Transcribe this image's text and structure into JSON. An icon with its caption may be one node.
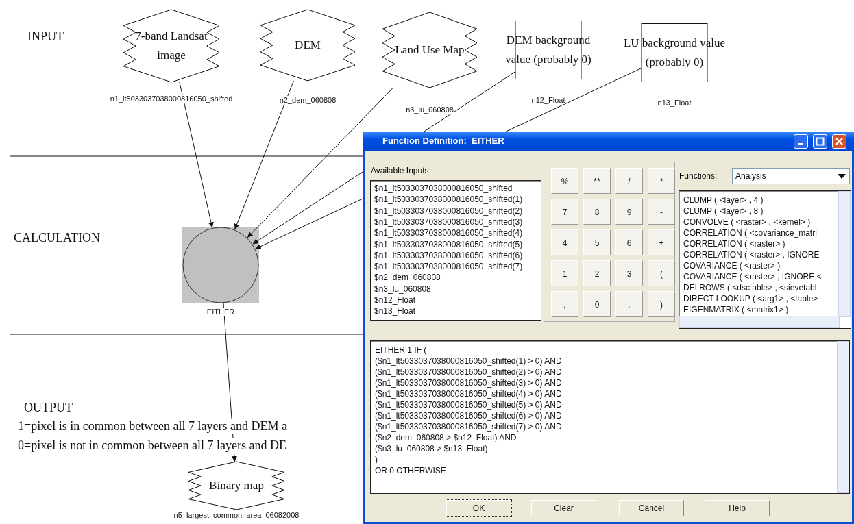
{
  "diagram": {
    "nodes": [
      {
        "text": [
          "7-band Landsat image"
        ],
        "beside": [
          "n1_lt5033037038000816050_shifted"
        ]
      },
      {
        "text": [
          "DEM"
        ],
        "beside": [
          "n2_dem_060808"
        ]
      },
      {
        "text": [
          "Land Use Map"
        ],
        "beside": [
          "n3_lu_060808"
        ]
      },
      {
        "text": [
          "DEM background value (probably 0)"
        ],
        "beside": [
          "n12_Float"
        ]
      },
      {
        "text": [
          "LU background value (probably 0)"
        ],
        "beside": [
          "n13_Float"
        ]
      },
      {
        "text": [],
        "shape": "circle",
        "beside": [
          "EITHER"
        ]
      },
      {
        "text": [
          "Binary map"
        ],
        "beside": [
          "n5_largest_common_area_06082008"
        ]
      }
    ],
    "edges": [
      {
        "from": 0,
        "to": 5,
        "arrow": "to"
      },
      {
        "from": 1,
        "to": 5,
        "arrow": "to"
      },
      {
        "from": 2,
        "to": 5,
        "arrow": "to"
      },
      {
        "from": 3,
        "to": 5,
        "arrow": "to"
      },
      {
        "from": 4,
        "to": 5,
        "arrow": "to"
      },
      {
        "from": 5,
        "to": 6,
        "arrow": "to"
      }
    ],
    "labels": [
      "INPUT",
      "CALCULATION",
      "OUTPUT",
      "1=pixel is in common between all 7 layers and DEM a",
      "0=pixel is not in common between all 7 layers and DE",
      "Function Definition:  EITHER",
      "Available Inputs:",
      "$n1_lt5033037038000816050_shifted",
      "$n1_lt5033037038000816050_shifted(1)",
      "$n1_lt5033037038000816050_shifted(2)",
      "$n1_lt5033037038000816050_shifted(3)",
      "$n1_lt5033037038000816050_shifted(4)",
      "$n1_lt5033037038000816050_shifted(5)",
      "$n1_lt5033037038000816050_shifted(6)",
      "$n1_lt5033037038000816050_shifted(7)",
      "$n2_dem_060808",
      "$n3_lu_060808",
      "$n12_Float",
      "$n13_Float",
      "%",
      "**",
      "/",
      "*",
      "7",
      "8",
      "9",
      "-",
      "4",
      "5",
      "6",
      "+",
      "1",
      "2",
      "3",
      "(",
      ",",
      "0",
      ".",
      ")",
      "Functions:",
      "Analysis",
      "CLUMP ( <layer> , 4 )",
      "CLUMP ( <layer> , 8 )",
      "CONVOLVE ( <raster> , <kernel> )",
      "CORRELATION ( <covariance_matri",
      "CORRELATION ( <raster> )",
      "CORRELATION ( <raster> , IGNORE",
      "COVARIANCE ( <raster> )",
      "COVARIANCE ( <raster> , IGNORE <",
      "DELROWS ( <dsctable> , <sievetabl",
      "DIRECT LOOKUP ( <arg1> , <table>",
      "EIGENMATRIX ( <matrix1> )",
      "EITHER 1 IF (",
      "($n1_lt5033037038000816050_shifted(1) > 0) AND",
      "($n1_lt5033037038000816050_shifted(2) > 0) AND",
      "($n1_lt5033037038000816050_shifted(3) > 0) AND",
      "($n1_lt5033037038000816050_shifted(4) > 0) AND",
      "($n1_lt5033037038000816050_shifted(5) > 0) AND",
      "($n1_lt5033037038000816050_shifted(6) > 0) AND",
      "($n1_lt5033037038000816050_shifted(7) > 0) AND",
      "($n2_dem_060808 > $n12_Float) AND",
      "($n3_lu_060808 > $n13_Float)",
      ")",
      "OR 0 OTHERWISE",
      "OK",
      "Clear",
      "Cancel",
      "Help"
    ]
  }
}
